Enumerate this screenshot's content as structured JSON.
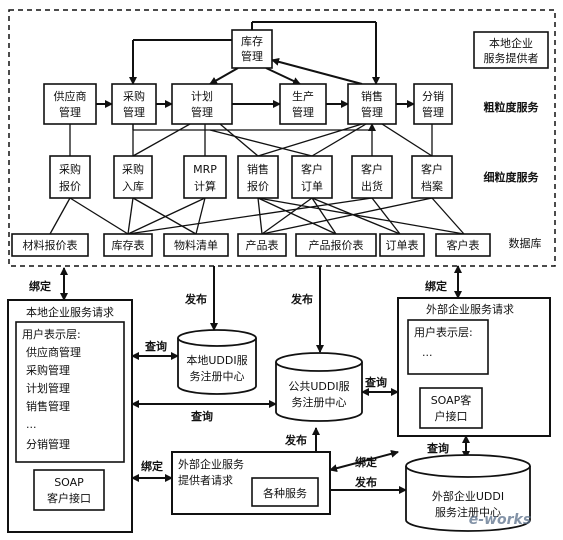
{
  "top_region": {
    "provider_title": [
      "本地企业",
      "服务提供者"
    ],
    "coarse_label": "粗粒度服务",
    "fine_label": "细粒度服务",
    "db_label": "数据库"
  },
  "coarse": {
    "inventory_mgmt": [
      "库存",
      "管理"
    ],
    "supplier_mgmt": [
      "供应商",
      "管理"
    ],
    "purchase_mgmt": [
      "采购",
      "管理"
    ],
    "plan_mgmt": [
      "计划",
      "管理"
    ],
    "production_mgmt": [
      "生产",
      "管理"
    ],
    "sales_mgmt": [
      "销售",
      "管理"
    ],
    "distribution_mgmt": [
      "分销",
      "管理"
    ]
  },
  "fine": {
    "purchase_quote": [
      "采购",
      "报价"
    ],
    "purchase_stockin": [
      "采购",
      "入库"
    ],
    "mrp_calc": [
      "MRP",
      "计算"
    ],
    "sales_quote": [
      "销售",
      "报价"
    ],
    "customer_order": [
      "客户",
      "订单"
    ],
    "customer_shipment": [
      "客户",
      "出货"
    ],
    "customer_archive": [
      "客户",
      "档案"
    ]
  },
  "tables": {
    "material_quote": "材料报价表",
    "inventory": "库存表",
    "bom": "物料清单",
    "product": "产品表",
    "product_quote": "产品报价表",
    "order": "订单表",
    "customer": "客户表"
  },
  "local_request": {
    "title": "本地企业服务请求",
    "ui_layer": "用户表示层:",
    "items": [
      "供应商管理",
      "采购管理",
      "计划管理",
      "销售管理",
      "...",
      "分销管理"
    ],
    "soap": [
      "SOAP",
      "客户接口"
    ]
  },
  "external_request": {
    "title": "外部企业服务请求",
    "ui_layer": "用户表示层:",
    "dots": "...",
    "soap": [
      "SOAP客",
      "户接口"
    ]
  },
  "external_provider": {
    "title": [
      "外部企业服务",
      "提供者请求"
    ],
    "services": "各种服务"
  },
  "registries": {
    "local_uddi": [
      "本地UDDI服",
      "务注册中心"
    ],
    "public_uddi": [
      "公共UDDI服",
      "务注册中心"
    ],
    "external_uddi": [
      "外部企业UDDI",
      "服务注册中心"
    ]
  },
  "edge_labels": {
    "bind_top_left": "绑定",
    "bind_top_right": "绑定",
    "publish_center": "发布",
    "publish_right": "发布",
    "query_local": "查询",
    "query_public_left": "查询",
    "query_public_right": "查询",
    "query_external": "查询",
    "publish_provider": "发布",
    "bind_provider_left": "绑定",
    "bind_provider_right": "绑定",
    "publish_bottom": "发布"
  },
  "watermark": "e-works"
}
